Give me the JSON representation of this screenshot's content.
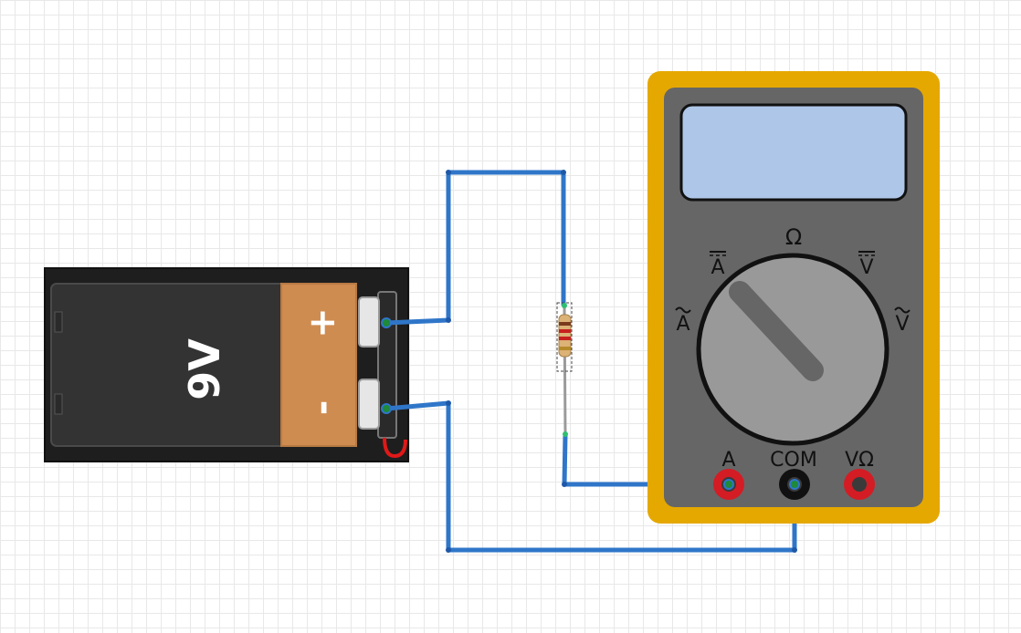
{
  "battery": {
    "voltage_label": "9V",
    "plus_label": "+",
    "minus_label": "-",
    "colors": {
      "body": "#333333",
      "cap": "#cf8c50"
    }
  },
  "multimeter": {
    "dial_labels": {
      "ohm": "Ω",
      "dc_amps": "A",
      "dc_volts": "V",
      "ac_amps": "A",
      "ac_volts": "V"
    },
    "port_labels": {
      "amps": "A",
      "common": "COM",
      "volt_ohm": "VΩ"
    },
    "colors": {
      "case": "#e5a800",
      "panel": "#666666",
      "display": "#aec6e8",
      "knob": "#999999",
      "port_red": "#d41c24"
    }
  },
  "wire_color": "#2f76c9",
  "icons": [
    "battery-icon",
    "resistor-icon",
    "multimeter-icon"
  ]
}
